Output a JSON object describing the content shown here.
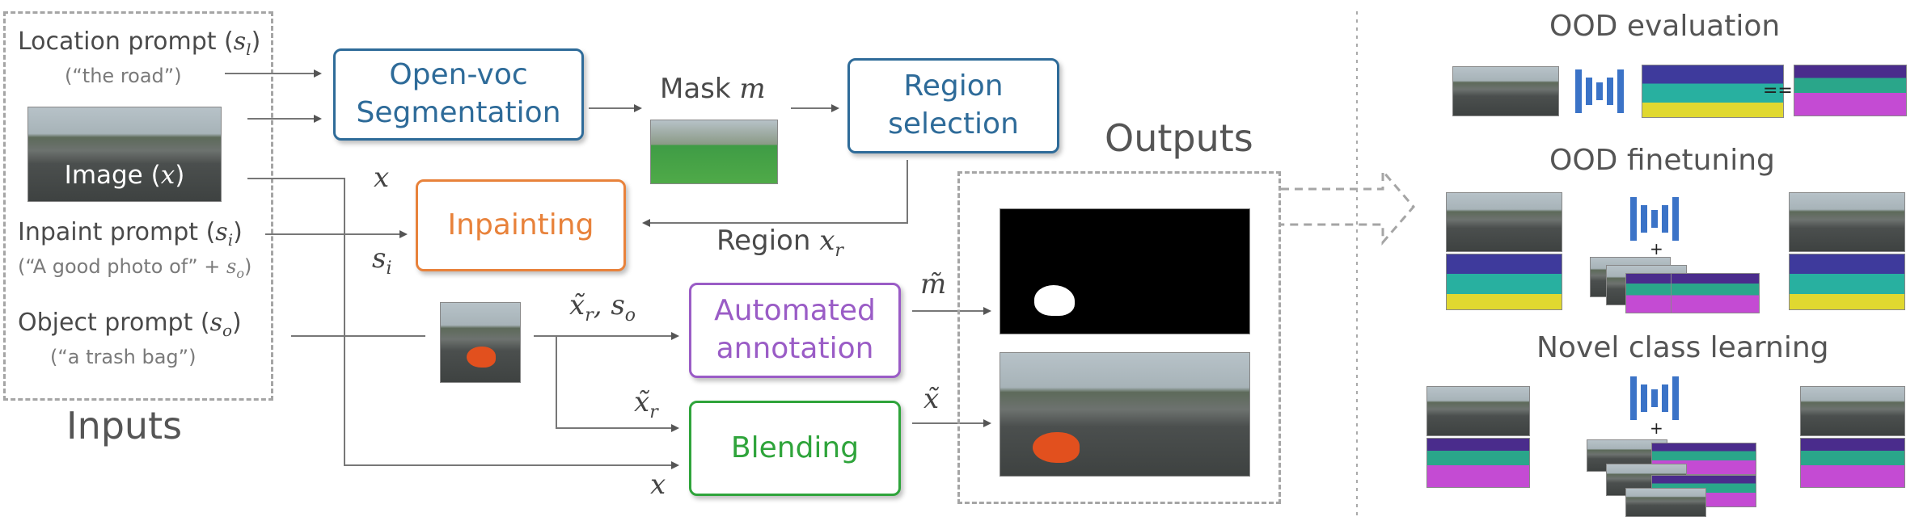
{
  "inputs": {
    "title": "Inputs",
    "location_prompt": "Location prompt (",
    "location_sym": "s",
    "location_sub": "l",
    "location_example": "(“the road”)",
    "image_label": "Image (",
    "image_sym": "x",
    "inpaint_prompt": "Inpaint prompt (",
    "inpaint_sym": "s",
    "inpaint_sub": "i",
    "inpaint_example": "(“A good photo of” + ",
    "inpaint_example_sym": "s",
    "inpaint_example_sub": "o",
    "object_prompt": "Object prompt (",
    "object_sym": "s",
    "object_sub": "o",
    "object_example": "(“a trash bag”)"
  },
  "boxes": {
    "open_voc_line1": "Open-voc",
    "open_voc_line2": "Segmentation",
    "region_line1": "Region",
    "region_line2": "selection",
    "inpainting": "Inpainting",
    "annotation_line1": "Automated",
    "annotation_line2": "annotation",
    "blending": "Blending"
  },
  "labels": {
    "mask": "Mask",
    "mask_sym": "m",
    "region": "Region",
    "region_sym": "x",
    "region_sub": "r",
    "x_top": "x",
    "s_i": "s",
    "s_i_sub": "i",
    "xr_so": "x̃",
    "xr_so_sub": "r",
    "xr_so_tail": ", s",
    "xr_so_tail_sub": "o",
    "m_tilde": "m̃",
    "xr_tilde": "x̃",
    "xr_tilde_sub": "r",
    "x_tilde": "x̃",
    "x_bottom": "x"
  },
  "outputs": {
    "title": "Outputs"
  },
  "right": {
    "ood_eval": "OOD evaluation",
    "ood_finetune": "OOD finetuning",
    "novel_class": "Novel class learning",
    "equals": "==",
    "plus": "+"
  },
  "colors": {
    "blue": "#2e6b99",
    "orange": "#e8823b",
    "purple": "#9a5cc6",
    "green": "#2fa43b",
    "gray_dash": "#a5a5a5",
    "network": "#3b73c7"
  }
}
